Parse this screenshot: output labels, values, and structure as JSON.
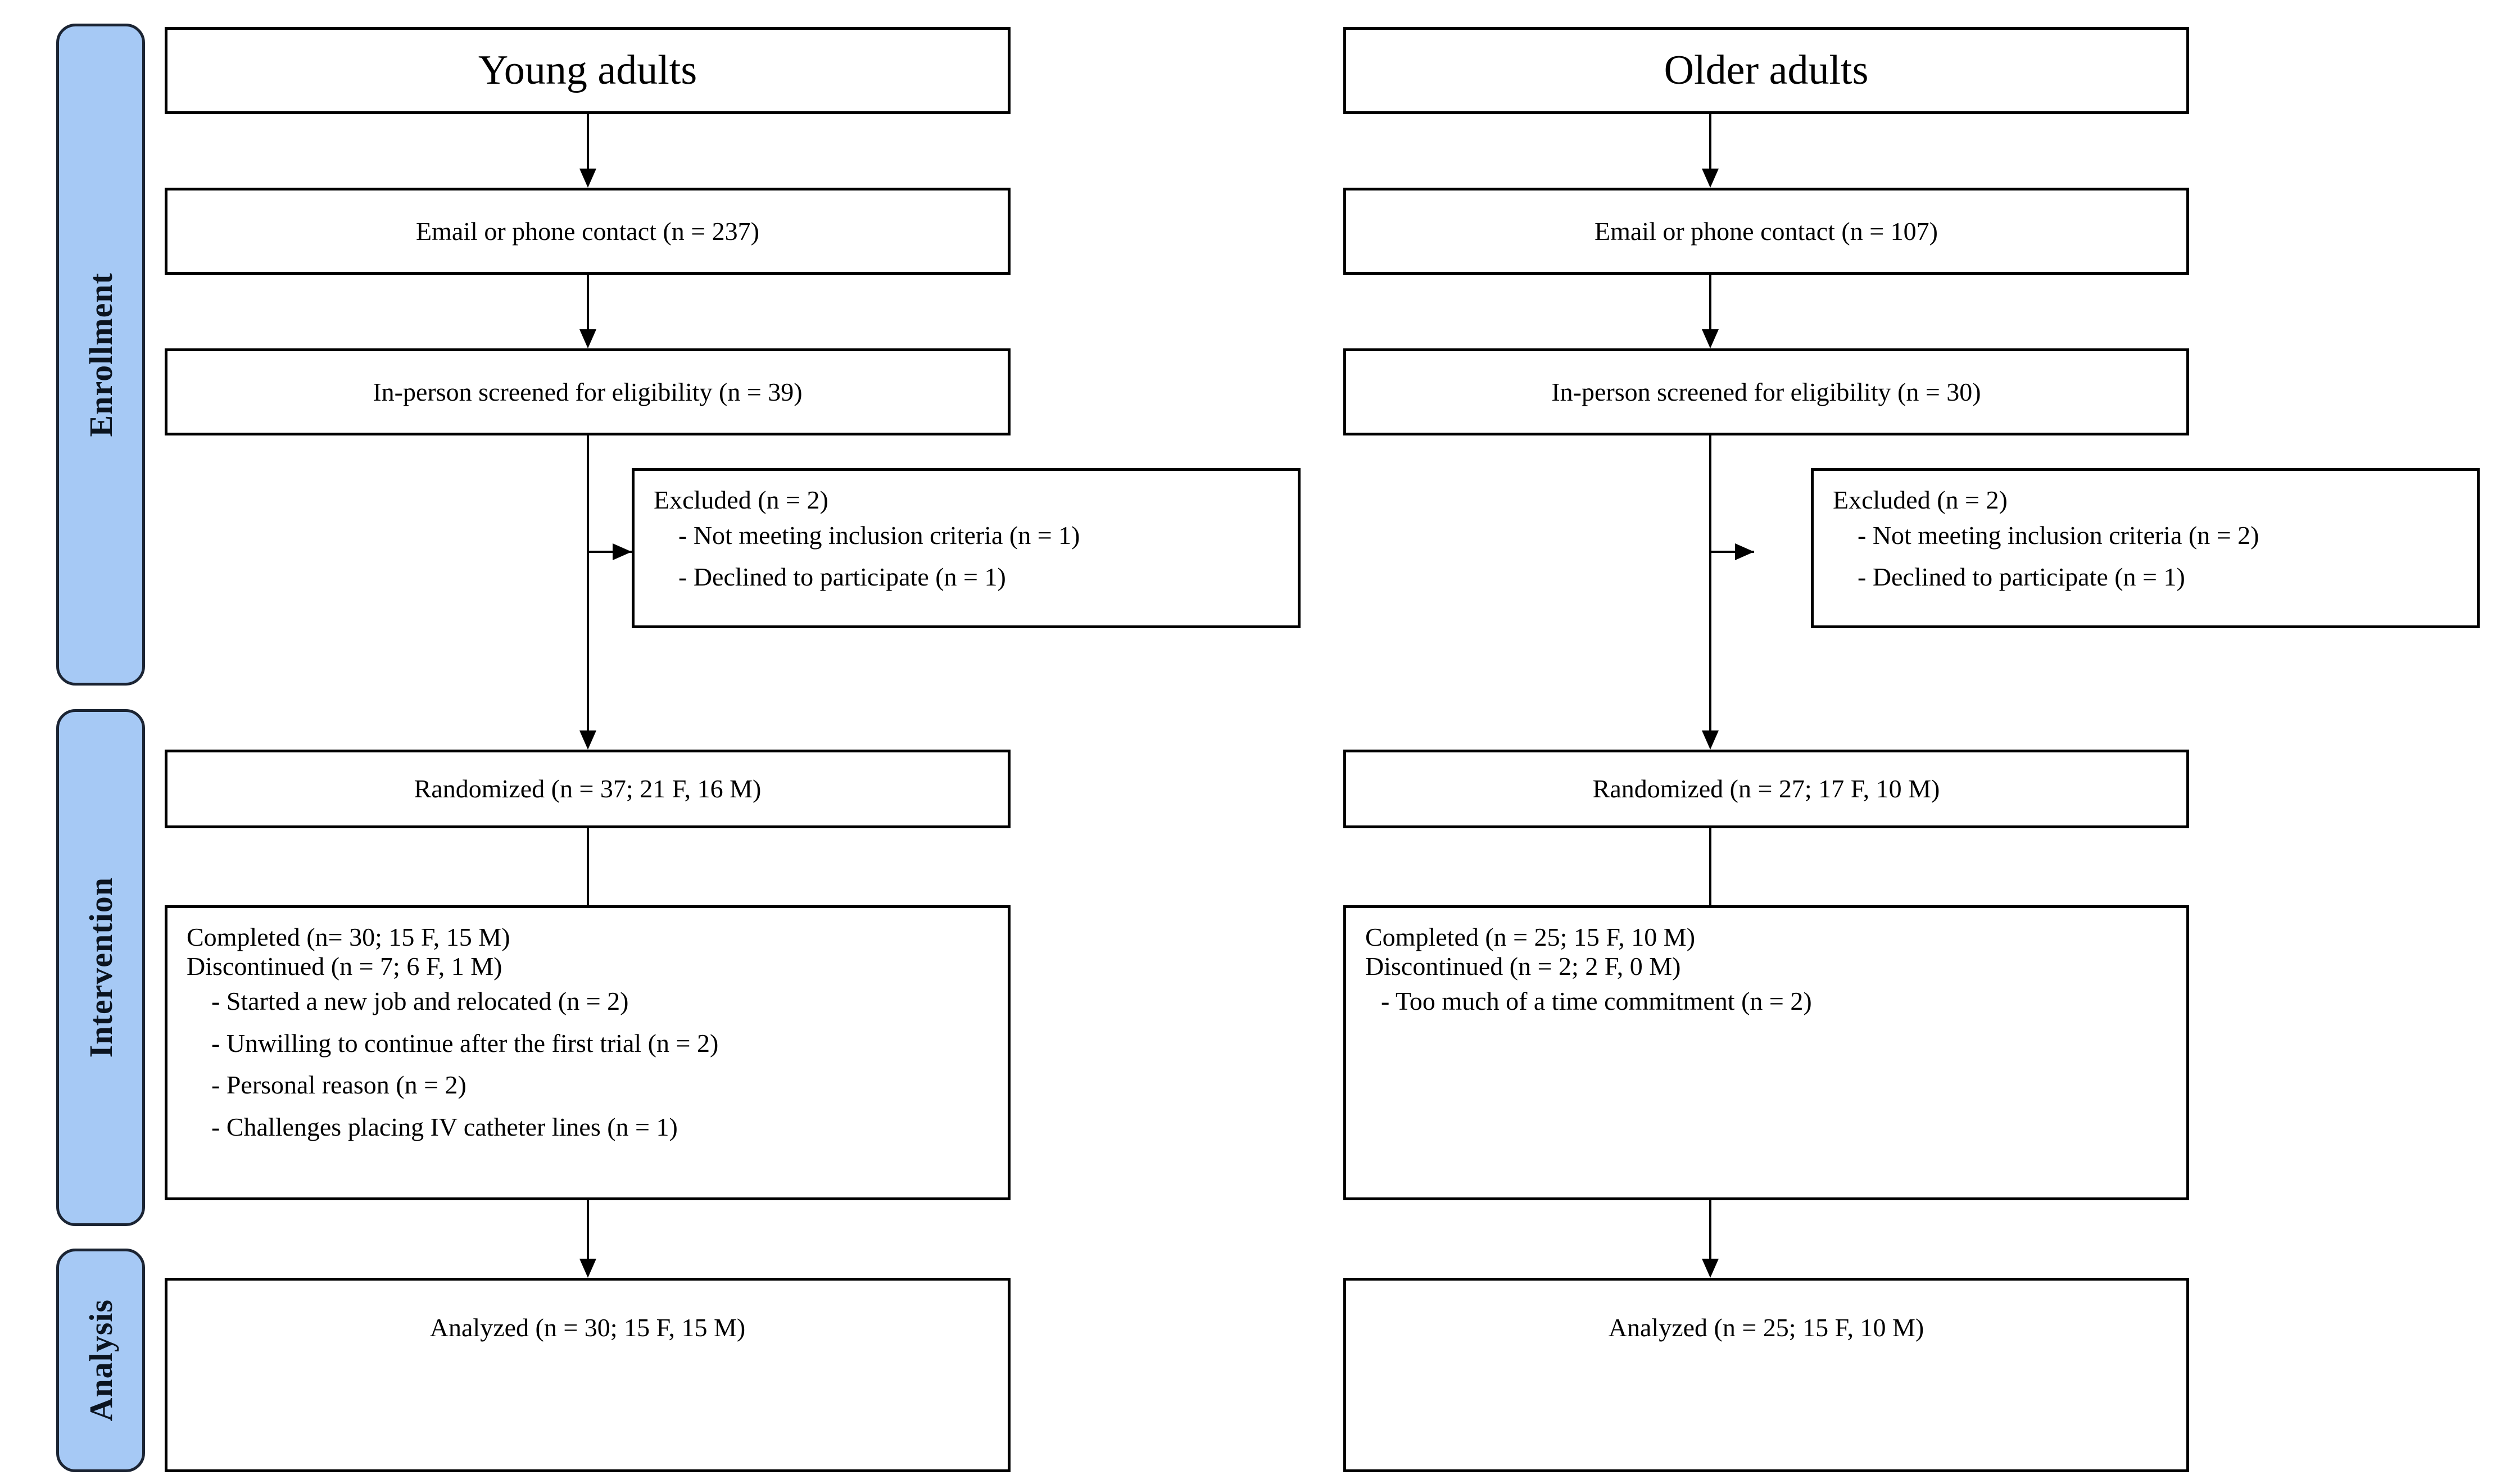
{
  "diagram": {
    "type": "consort-flow-diagram",
    "phases": [
      {
        "id": "enrollment",
        "label": "Enrollment"
      },
      {
        "id": "intervention",
        "label": "Intervention"
      },
      {
        "id": "analysis",
        "label": "Analysis"
      }
    ],
    "columns": [
      {
        "id": "young-adults",
        "title": "Young adults",
        "boxes": {
          "contact": "Email or phone  contact (n = 237)",
          "screened": "In-person screened for eligibility  (n = 39)",
          "excluded": {
            "header": "Excluded  (n = 2)",
            "items": [
              "- Not meeting inclusion  criteria (n = 1)",
              "- Declined  to participate (n = 1)"
            ]
          },
          "randomized": "Randomized  (n = 37; 21 F, 16 M)",
          "followup": {
            "completed": "Completed  (n= 30; 15 F, 15 M)",
            "discontinued": "Discontinued  (n = 7; 6 F, 1 M)",
            "reasons": [
              "- Started a new job and relocated (n = 2)",
              "- Unwilling  to continue  after the first trial (n = 2)",
              "- Personal  reason (n = 2)",
              "- Challenges  placing  IV catheter lines  (n = 1)"
            ]
          },
          "analyzed": "Analyzed  (n = 30; 15 F, 15 M)"
        }
      },
      {
        "id": "older-adults",
        "title": "Older adults",
        "boxes": {
          "contact": "Email or phone  contact (n = 107)",
          "screened": "In-person screened for eligibility  (n = 30)",
          "excluded": {
            "header": "Excluded  (n = 2)",
            "items": [
              "- Not meeting inclusion  criteria (n = 2)",
              "- Declined  to participate (n = 1)"
            ]
          },
          "randomized": "Randomized  (n = 27; 17 F, 10 M)",
          "followup": {
            "completed": "Completed  (n = 25; 15 F, 10 M)",
            "discontinued": "Discontinued  (n = 2; 2 F, 0 M)",
            "reasons": [
              "- Too much of a time commitment  (n = 2)"
            ]
          },
          "analyzed": "Analyzed  (n = 25; 15 F, 10 M)"
        }
      }
    ],
    "colors": {
      "phase_bar_fill": "#A6C9F5",
      "phase_bar_border": "#1b2433",
      "box_border": "#000000",
      "background": "#ffffff",
      "text": "#000000"
    }
  }
}
